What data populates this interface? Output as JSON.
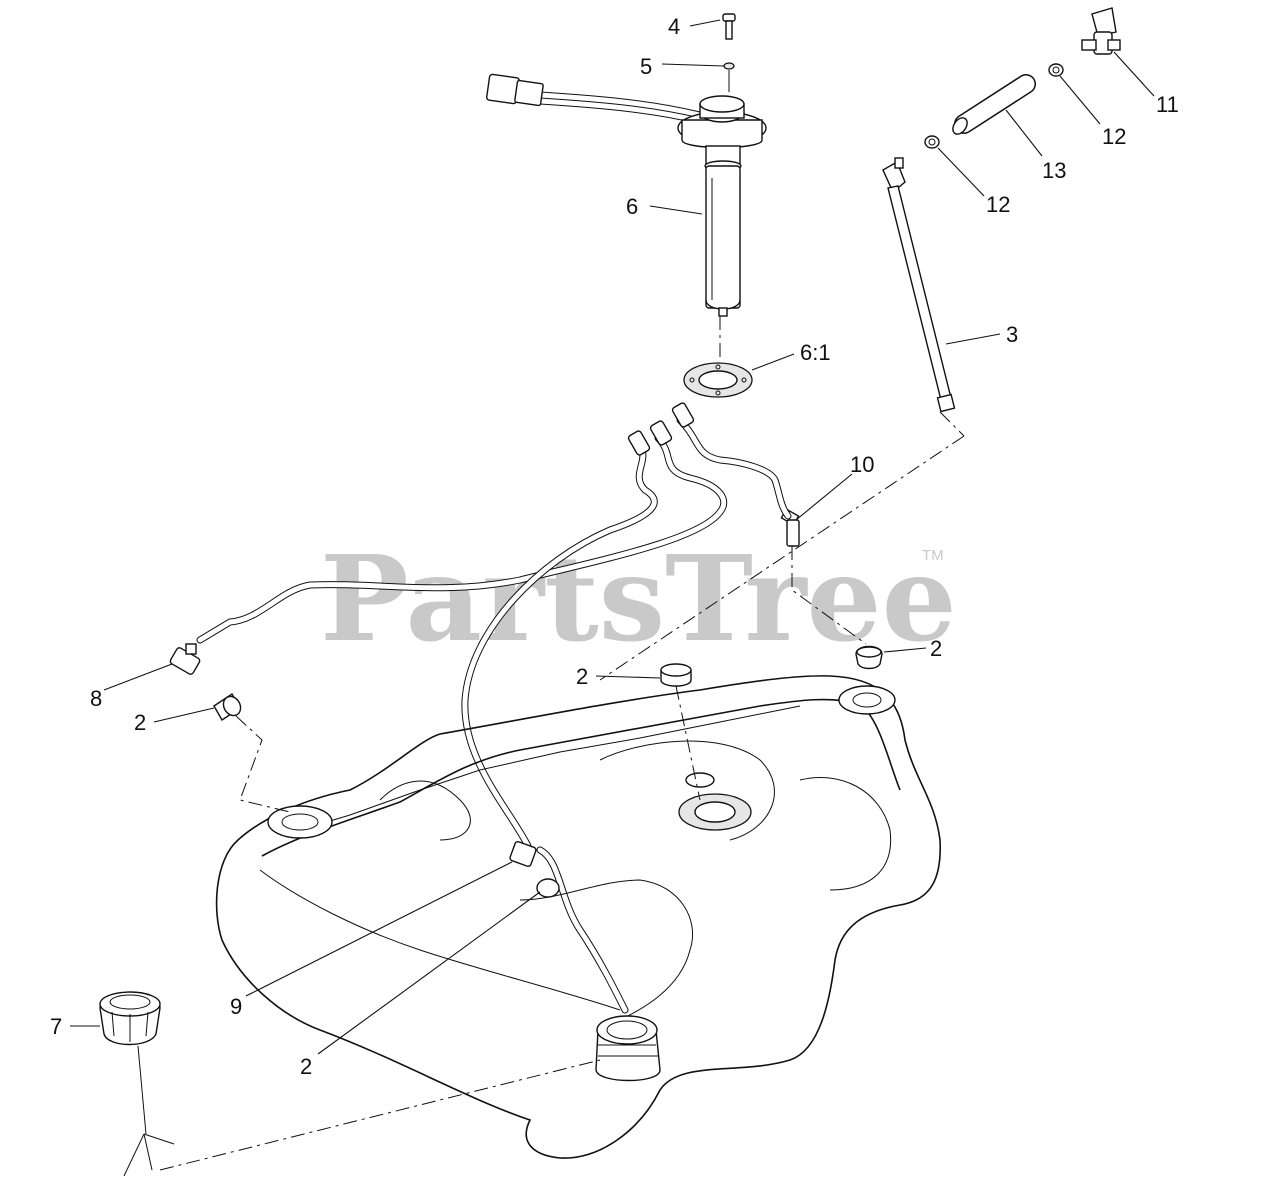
{
  "watermark": {
    "text": "PartsTree",
    "trademark": "TM"
  },
  "labels": [
    {
      "id": "4",
      "text": "4"
    },
    {
      "id": "5",
      "text": "5"
    },
    {
      "id": "6",
      "text": "6"
    },
    {
      "id": "6-1",
      "text": "6:1"
    },
    {
      "id": "3",
      "text": "3"
    },
    {
      "id": "10",
      "text": "10"
    },
    {
      "id": "11",
      "text": "11"
    },
    {
      "id": "12a",
      "text": "12"
    },
    {
      "id": "12b",
      "text": "12"
    },
    {
      "id": "13",
      "text": "13"
    },
    {
      "id": "2a",
      "text": "2"
    },
    {
      "id": "2b",
      "text": "2"
    },
    {
      "id": "2c",
      "text": "2"
    },
    {
      "id": "2d",
      "text": "2"
    },
    {
      "id": "8",
      "text": "8"
    },
    {
      "id": "9",
      "text": "9"
    },
    {
      "id": "7",
      "text": "7"
    }
  ]
}
